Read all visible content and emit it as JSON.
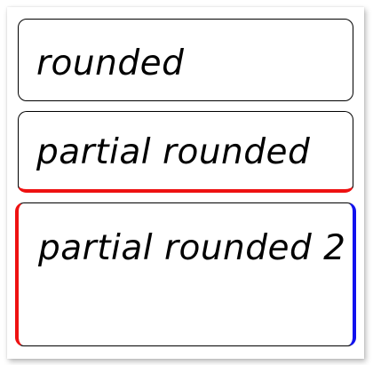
{
  "boxes": [
    {
      "label": "rounded",
      "border_color": "#000000"
    },
    {
      "label": "partial rounded",
      "border_color": "#000000",
      "bottom_border_color": "#ee1111"
    },
    {
      "label": "partial rounded 2",
      "border_color": "#000000",
      "left_border_color": "#ee1111",
      "right_border_color": "#1111ee"
    }
  ]
}
